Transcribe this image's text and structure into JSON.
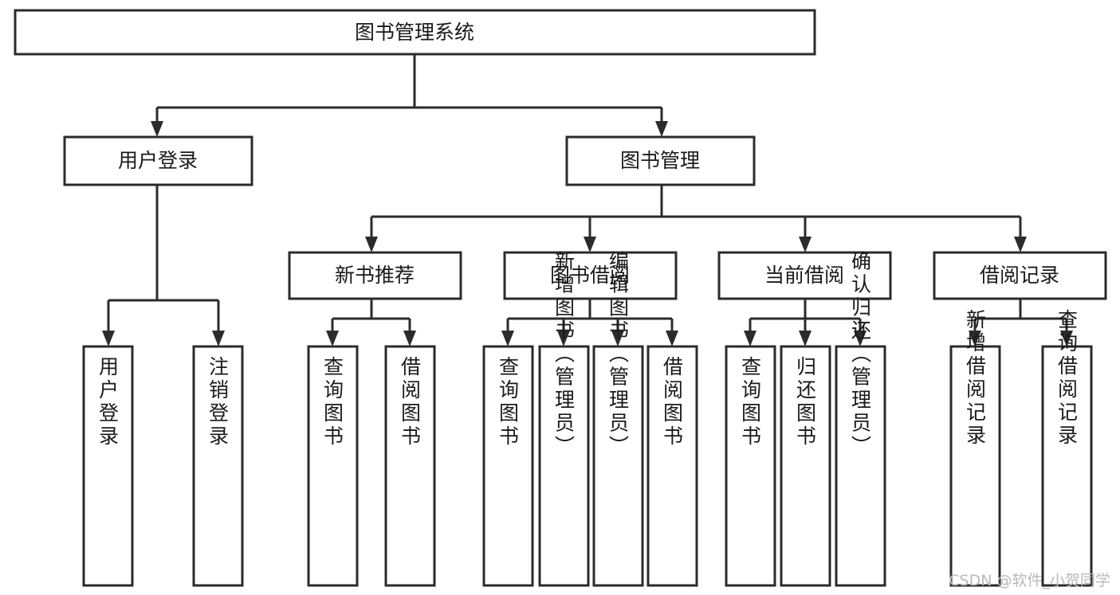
{
  "diagram": {
    "type": "tree",
    "title": "图书管理系统",
    "theme": {
      "background": "#ffffff",
      "box_fill": "#ffffff",
      "box_stroke": "#2b2b2b",
      "text_color": "#1a1a1a",
      "watermark_color": "#b9b9b9"
    },
    "levels": {
      "root": {
        "label": "图书管理系统",
        "orientation": "horizontal"
      },
      "level2": [
        {
          "label": "用户登录",
          "orientation": "horizontal"
        },
        {
          "label": "图书管理",
          "orientation": "horizontal"
        }
      ],
      "level3": [
        {
          "label": "新书推荐",
          "orientation": "horizontal",
          "parent": "图书管理"
        },
        {
          "label": "图书借阅",
          "orientation": "horizontal",
          "parent": "图书管理"
        },
        {
          "label": "当前借阅",
          "orientation": "horizontal",
          "parent": "图书管理"
        },
        {
          "label": "借阅记录",
          "orientation": "horizontal",
          "parent": "图书管理"
        }
      ],
      "leaves": [
        {
          "label": "用户登录",
          "orientation": "vertical",
          "parent": "用户登录"
        },
        {
          "label": "注销登录",
          "orientation": "vertical",
          "parent": "用户登录"
        },
        {
          "label": "查询图书",
          "orientation": "vertical",
          "parent": "新书推荐"
        },
        {
          "label": "借阅图书",
          "orientation": "vertical",
          "parent": "新书推荐"
        },
        {
          "label": "查询图书",
          "orientation": "vertical",
          "parent": "图书借阅"
        },
        {
          "label": "新增图书（管理员）",
          "orientation": "vertical",
          "parent": "图书借阅"
        },
        {
          "label": "编辑图书（管理员）",
          "orientation": "vertical",
          "parent": "图书借阅"
        },
        {
          "label": "借阅图书",
          "orientation": "vertical",
          "parent": "图书借阅"
        },
        {
          "label": "查询图书",
          "orientation": "vertical",
          "parent": "当前借阅"
        },
        {
          "label": "归还图书",
          "orientation": "vertical",
          "parent": "当前借阅"
        },
        {
          "label": "确认归还（管理员）",
          "orientation": "vertical",
          "parent": "当前借阅"
        },
        {
          "label": "新增借阅记录",
          "orientation": "vertical",
          "parent": "借阅记录"
        },
        {
          "label": "查询借阅记录",
          "orientation": "vertical",
          "parent": "借阅记录"
        }
      ]
    },
    "watermark": "CSDN @软件_小贺同学"
  }
}
